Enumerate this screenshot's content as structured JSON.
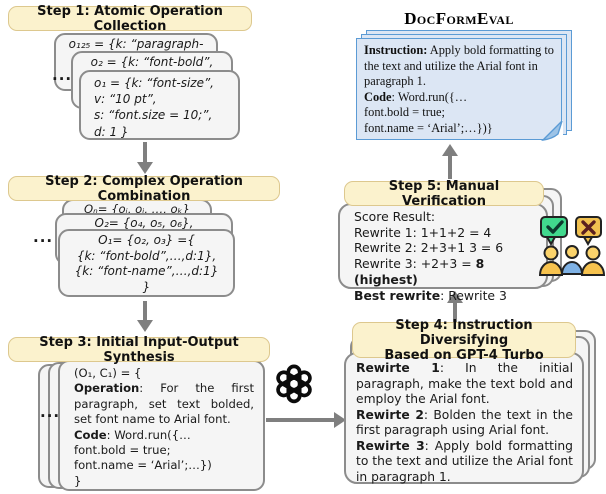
{
  "title": "DocFormEval",
  "colors": {
    "header_bg": "#fbf2cd",
    "header_border": "#ddc88e",
    "card_bg": "#f5f5f5",
    "card_border": "#8c8c8c",
    "output_bg": "#dce6f4",
    "output_border": "#5b9bd5",
    "arrow": "#7f7f7f",
    "approve_green": "#41d98d",
    "reject_yellow": "#f1c150"
  },
  "step1": {
    "header": "Step 1: Atomic Operation Collection",
    "dots": "...",
    "card_back": "o₁₂₅ = {k: “paragraph-",
    "card_mid": "o₂ = {k: “font-bold”,",
    "front": {
      "l0": "o₁ = {k: “font-size”,",
      "l1": "v: “10 pt”,",
      "l2": "s: “font.size = 10;”,",
      "l3": "d: 1 }"
    }
  },
  "step2": {
    "header": "Step 2: Complex Operation Combination",
    "dots": "...",
    "card_back": "Oₙ= {oᵢ, oⱼ, …, oₖ}",
    "card_mid": "O₂= {o₄, o₅, o₆},",
    "front": {
      "l0": "O₁= {o₂, o₃} ={",
      "l1": "{k: “font-bold”,…,d:1},",
      "l2": "{k: “font-name”,…,d:1}",
      "l3": "}"
    }
  },
  "step3": {
    "header": "Step 3: Initial Input-Output Synthesis",
    "dots": "...",
    "front": {
      "l0": "(O₁, C₁) = {",
      "op_label": "Operation",
      "op_text": ": For the first paragraph, set text bolded, set font name to Arial font.",
      "code_label": "Code",
      "code_text": ": Word.run({…",
      "l4": "font.bold = true;",
      "l5": "font.name = ‘Arial’;…})",
      "l6": "}"
    }
  },
  "step4": {
    "header1": "Step 4:  Instruction Diversifying",
    "header2": "Based on GPT-4 Turbo",
    "r1_label": "Rewirte 1",
    "r1_text": ": In the initial paragraph, make the text bold and employ the Arial font.",
    "r2_label": "Rewirte 2",
    "r2_text": ": Bolden the text in the first paragraph using Arial font.",
    "r3_label": "Rewirte 3",
    "r3_text": ": Apply bold formatting to the text and utilize the Arial font in paragraph 1."
  },
  "step5": {
    "header": "Step 5:  Manual Verification",
    "l0": "Score Result:",
    "l1": "Rewrite 1: 1+1+2 = 4",
    "l2": "Rewrite 2: 2+3+1 3 = 6",
    "l3_pre": "Rewrite 3: +2+3 = ",
    "l3_bold": "8 (highest)",
    "l4_bold": "Best rewrite",
    "l4_rest": ": Rewrite 3"
  },
  "output_card": {
    "instr_label": "Instruction:",
    "instr_text": " Apply bold formatting to the text and utilize the Arial font in paragraph 1.",
    "code_label": "Code",
    "code_text": ": Word.run({…",
    "l2": "font.bold = true;",
    "l3": "font.name = ‘Arial’;…})}"
  },
  "icons": {
    "gpt": "openai-logo",
    "approve": "check-bubble",
    "reject": "x-bubble",
    "annotators": "three-annotators"
  }
}
